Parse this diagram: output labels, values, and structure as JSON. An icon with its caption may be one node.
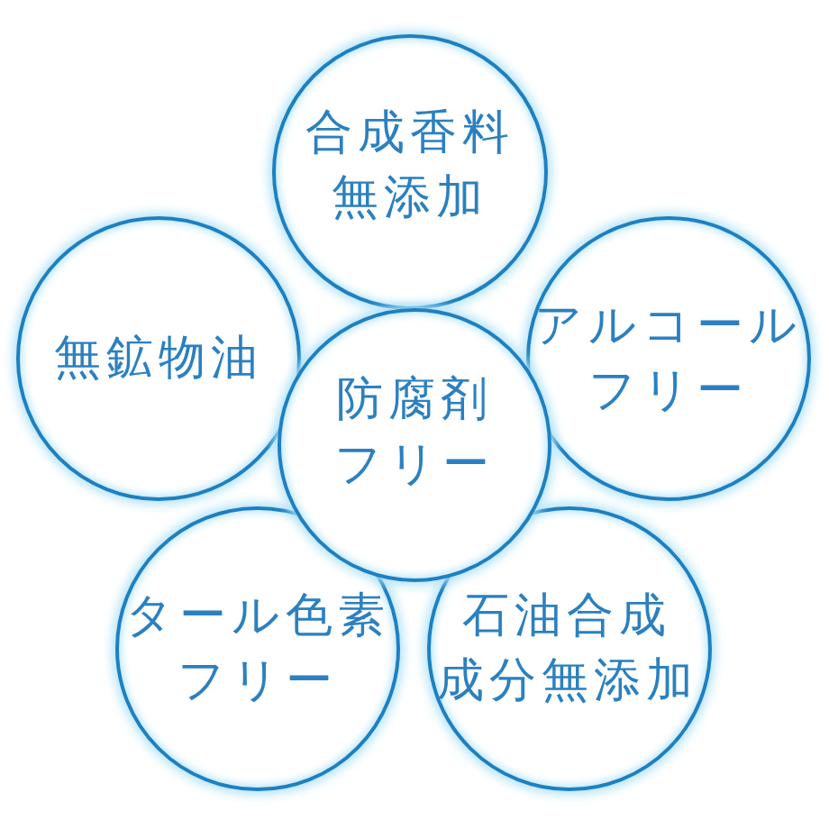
{
  "diagram": {
    "nodes": [
      {
        "text": [
          "合成香料無添加"
        ]
      },
      {
        "text": [
          "無鉱物油"
        ]
      },
      {
        "text": [
          "アルコールフリー"
        ]
      },
      {
        "text": [
          "防腐剤フリー"
        ]
      },
      {
        "text": [
          "タール色素フリー"
        ]
      },
      {
        "text": [
          "石油合成成分無添加"
        ]
      }
    ]
  }
}
